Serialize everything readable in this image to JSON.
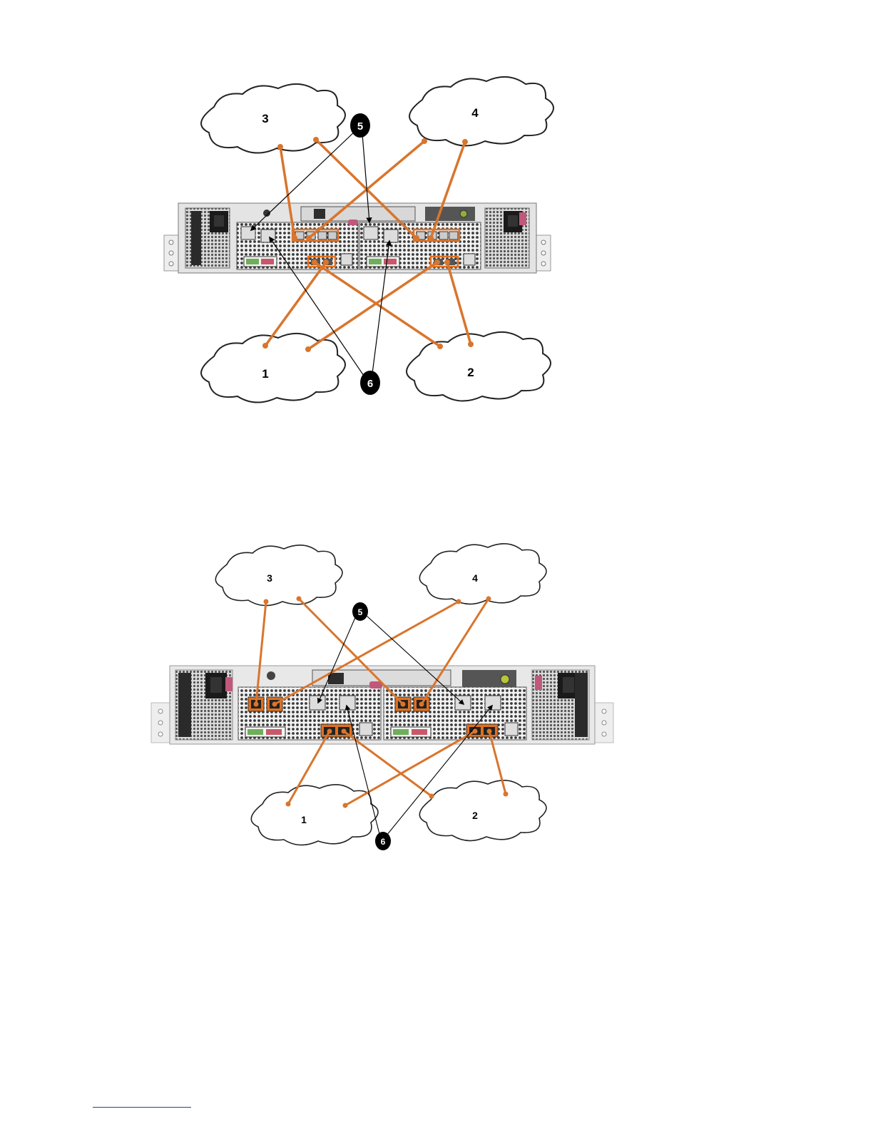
{
  "figure_top": {
    "clouds": [
      {
        "label": "3"
      },
      {
        "label": "4"
      },
      {
        "label": "1"
      },
      {
        "label": "2"
      }
    ],
    "callouts": [
      {
        "label": "5"
      },
      {
        "label": "6"
      }
    ]
  },
  "figure_bottom": {
    "clouds": [
      {
        "label": "3"
      },
      {
        "label": "4"
      },
      {
        "label": "1"
      },
      {
        "label": "2"
      }
    ],
    "callouts": [
      {
        "label": "5"
      },
      {
        "label": "6"
      }
    ]
  },
  "colors": {
    "cable": "#d9752c",
    "port_highlight": "#e07020",
    "callout": "#000000",
    "chassis": "#e6e6e6",
    "footer_link": "#1a3eb8"
  }
}
